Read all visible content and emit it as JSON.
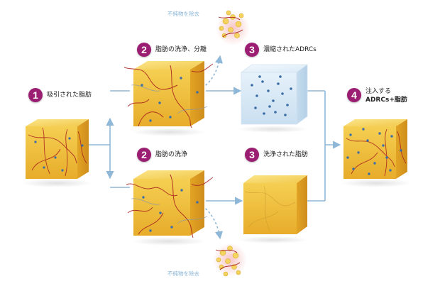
{
  "steps": {
    "s1": {
      "number": "1",
      "label": "吸引された脂肪"
    },
    "s2a": {
      "number": "2",
      "label": "脂肪の洗浄、分離"
    },
    "s2b": {
      "number": "2",
      "label": "脂肪の洗浄"
    },
    "s3a": {
      "number": "3",
      "label": "濃縮されたADRCs"
    },
    "s3b": {
      "number": "3",
      "label": "洗浄された脂肪"
    },
    "s4": {
      "number": "4",
      "label_line1": "注入する",
      "label_line2": "ADRCs+脂肪"
    }
  },
  "notes": {
    "remove_top": "不純物を除去",
    "remove_bottom": "不純物を除去"
  },
  "colors": {
    "badge": "#9b1e72",
    "arrow": "#8fb8d8",
    "fat": "#f1c84b",
    "vessel": "#a61d1d",
    "cell": "#3d6fa5",
    "note": "#8ab6d6"
  }
}
